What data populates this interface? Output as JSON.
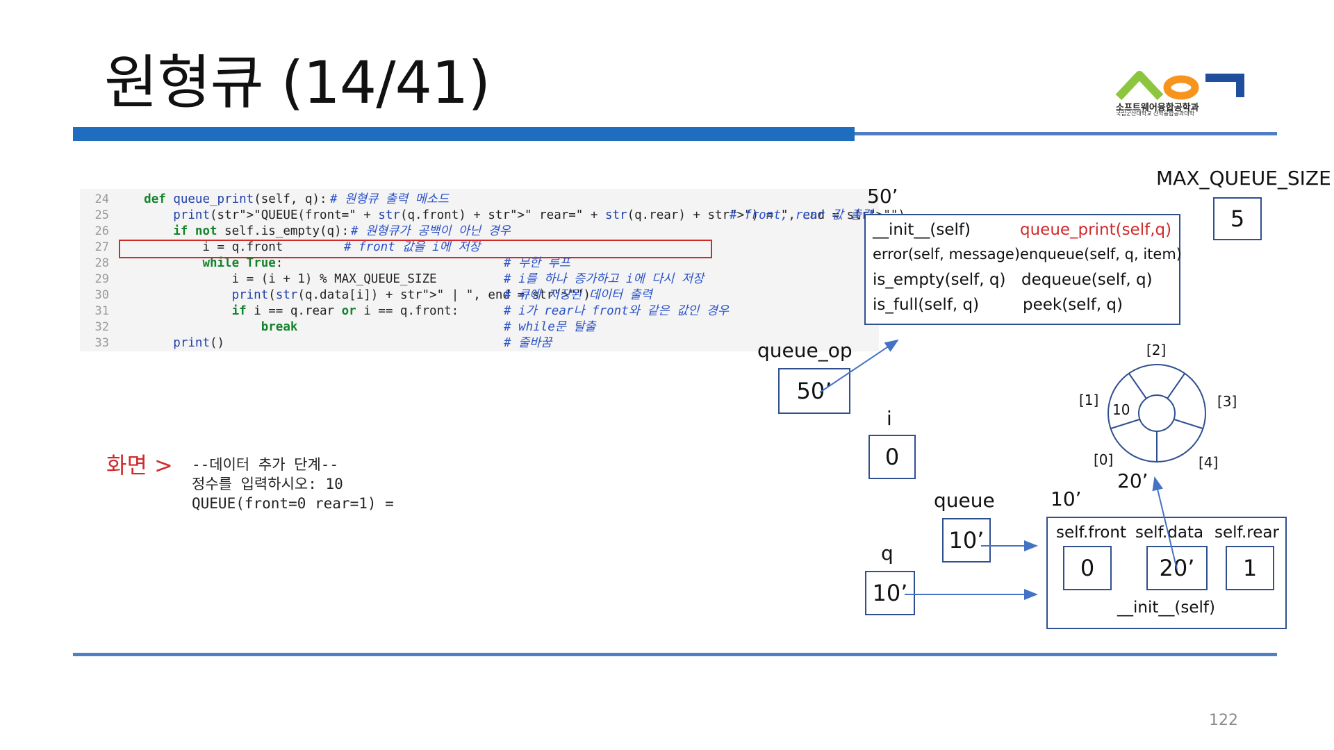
{
  "slide": {
    "title": "원형큐 (14/41)",
    "page_number": "122",
    "logo": {
      "main": "소프트웨어융합공학과",
      "sub": "국립군산대학교 산학융합공과대학",
      "colors": [
        "#8cc63f",
        "#f7941d",
        "#1f4e9d"
      ]
    }
  },
  "code": {
    "lines": [
      {
        "n": "24",
        "code": "    def queue_print(self, q):",
        "comment": "# 원형큐 출력 메소드"
      },
      {
        "n": "25",
        "code": "        print(\"QUEUE(front=\" + str(q.front) + \" rear=\" + str(q.rear) + \") = \", end = \"\")",
        "comment": "# front, rear 값 출력"
      },
      {
        "n": "26",
        "code": "        if not self.is_empty(q):",
        "comment": "# 원형큐가 공백이 아닌 경우"
      },
      {
        "n": "27",
        "code": "            i = q.front",
        "comment": "# front 값을 i에 저장"
      },
      {
        "n": "28",
        "code": "            while True:",
        "comment": "# 무한 루프"
      },
      {
        "n": "29",
        "code": "                i = (i + 1) % MAX_QUEUE_SIZE",
        "comment": "# i를 하나 증가하고 i에 다시 저장"
      },
      {
        "n": "30",
        "code": "                print(str(q.data[i]) + \" | \", end = \"\")",
        "comment": "# 큐에 저장된 데이터 출력"
      },
      {
        "n": "31",
        "code": "                if i == q.rear or i == q.front:",
        "comment": "# i가 rear나 front와 같은 값인 경우"
      },
      {
        "n": "32",
        "code": "                    break",
        "comment": "# while문 탈출"
      },
      {
        "n": "33",
        "code": "        print()",
        "comment": "# 줄바꿈"
      }
    ]
  },
  "screen": {
    "label": "화면 >",
    "output": "--데이터 추가 단계--\n정수를 입력하시오: 10\nQUEUE(front=0 rear=1) ="
  },
  "diagram": {
    "max_queue_size": {
      "label": "MAX_QUEUE_SIZE",
      "value": "5"
    },
    "queue_op_class": {
      "address": "50’",
      "methods": [
        "__init__(self)",
        "queue_print(self,q)",
        "error(self, message)",
        "enqueue(self, q, item)",
        "is_empty(self, q)",
        "dequeue(self, q)",
        "is_full(self, q)",
        "peek(self, q)"
      ]
    },
    "queue_op": {
      "label": "queue_op",
      "value": "50’"
    },
    "i": {
      "label": "i",
      "value": "0"
    },
    "queue": {
      "label": "queue",
      "value": "10’"
    },
    "q": {
      "label": "q",
      "value": "10’"
    },
    "queue_object": {
      "address": "10’",
      "fields": [
        {
          "label": "self.front",
          "value": "0"
        },
        {
          "label": "self.data",
          "value": "20’"
        },
        {
          "label": "self.rear",
          "value": "1"
        }
      ],
      "constructor": "__init__(self)"
    },
    "ring": {
      "address": "20’",
      "slot_labels": [
        "[0]",
        "[1]",
        "[2]",
        "[3]",
        "[4]"
      ],
      "slot_values": [
        "10"
      ]
    }
  }
}
